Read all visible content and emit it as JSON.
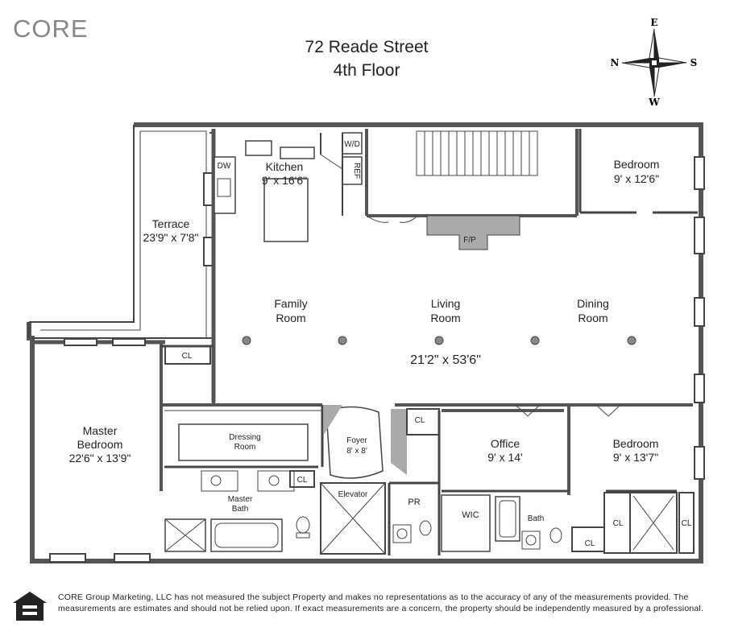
{
  "brand": {
    "logo_text": "CORE"
  },
  "header": {
    "address": "72 Reade Street",
    "floor": "4th Floor"
  },
  "compass": {
    "n": "N",
    "e": "E",
    "s": "S",
    "w": "W"
  },
  "rooms": {
    "kitchen": {
      "name": "Kitchen",
      "dim": "9' x 16'6\""
    },
    "terrace": {
      "name": "Terrace",
      "dim": "23'9\" x 7'8\""
    },
    "bedroom1": {
      "name": "Bedroom",
      "dim": "9' x 12'6\""
    },
    "family": {
      "name1": "Family",
      "name2": "Room"
    },
    "living": {
      "name1": "Living",
      "name2": "Room",
      "dim": "21'2\" x 53'6\""
    },
    "dining": {
      "name1": "Dining",
      "name2": "Room"
    },
    "master_bedroom": {
      "name1": "Master",
      "name2": "Bedroom",
      "dim": "22'6\" x 13'9\""
    },
    "dressing": {
      "name1": "Dressing",
      "name2": "Room"
    },
    "master_bath": {
      "name1": "Master",
      "name2": "Bath"
    },
    "foyer": {
      "name": "Foyer",
      "dim": "8' x 8'"
    },
    "office": {
      "name": "Office",
      "dim": "9' x 14'"
    },
    "bedroom2": {
      "name": "Bedroom",
      "dim": "9' x 13'7\""
    },
    "elevator": {
      "name": "Elevator"
    },
    "pr": {
      "name": "PR"
    },
    "wic": {
      "name": "WIC"
    },
    "bath": {
      "name": "Bath"
    }
  },
  "fixtures": {
    "dw": "DW",
    "wd": "W/D",
    "ref": "REF",
    "fp": "F/P",
    "cl": "CL"
  },
  "footer": {
    "disclaimer": "CORE Group Marketing, LLC has not measured the subject Property and makes no representations as to the accuracy of any of the measurements provided. The measurements are estimates and should not be relied upon. If exact measurements are a concern, the property should be independently measured by a professional."
  }
}
